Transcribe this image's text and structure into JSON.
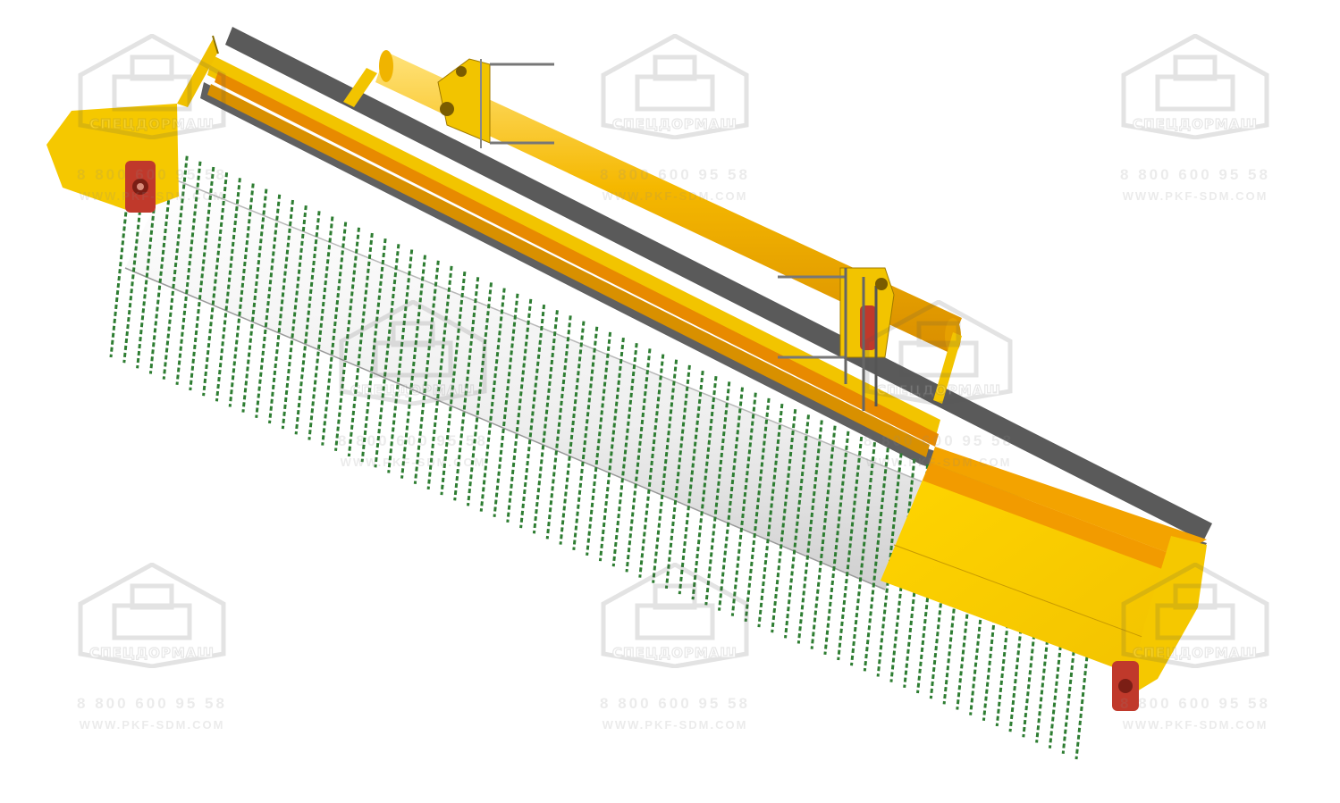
{
  "image": {
    "subject": "rotary brush attachment",
    "colors": {
      "frame": "#f0c400",
      "frame_dark": "#d6a300",
      "frame_orange": "#f39c12",
      "shield": "#595959",
      "brush_core": "#f2f2f2",
      "bristles": "#2e7d32",
      "bearing": "#c0392b",
      "background": "#ffffff"
    }
  },
  "watermark": {
    "brand": "СПЕЦДОРМАШ",
    "phone": "8 800 600 95 58",
    "url": "WWW.PKF-SDM.COM",
    "logo_icon": "truck-logo-icon"
  }
}
